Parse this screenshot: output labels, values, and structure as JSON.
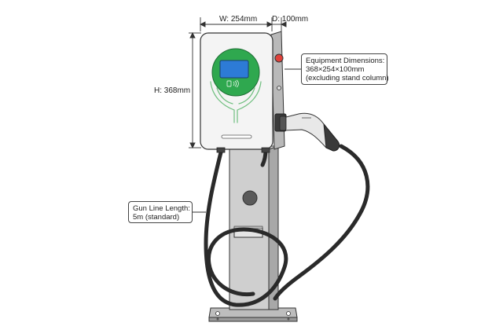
{
  "dimensions": {
    "width_label": "W: 254mm",
    "depth_label": "D: 100mm",
    "height_label": "H: 368mm"
  },
  "callouts": {
    "equipment": {
      "line1": "Equipment Dimensions:",
      "line2": "368×254×100mm",
      "line3": "(excluding stand column)"
    },
    "gun_line": {
      "line1": "Gun Line Length:",
      "line2": "5m (standard)"
    }
  },
  "colors": {
    "screen_ring": "#2fa84f",
    "screen": "#2d7bd6",
    "emergency_button": "#e0413a",
    "column": "#c9c9c9",
    "cable": "#2a2a2a"
  },
  "icons": {
    "nfc": "contactless-icon",
    "hands": "hands-illustration"
  }
}
